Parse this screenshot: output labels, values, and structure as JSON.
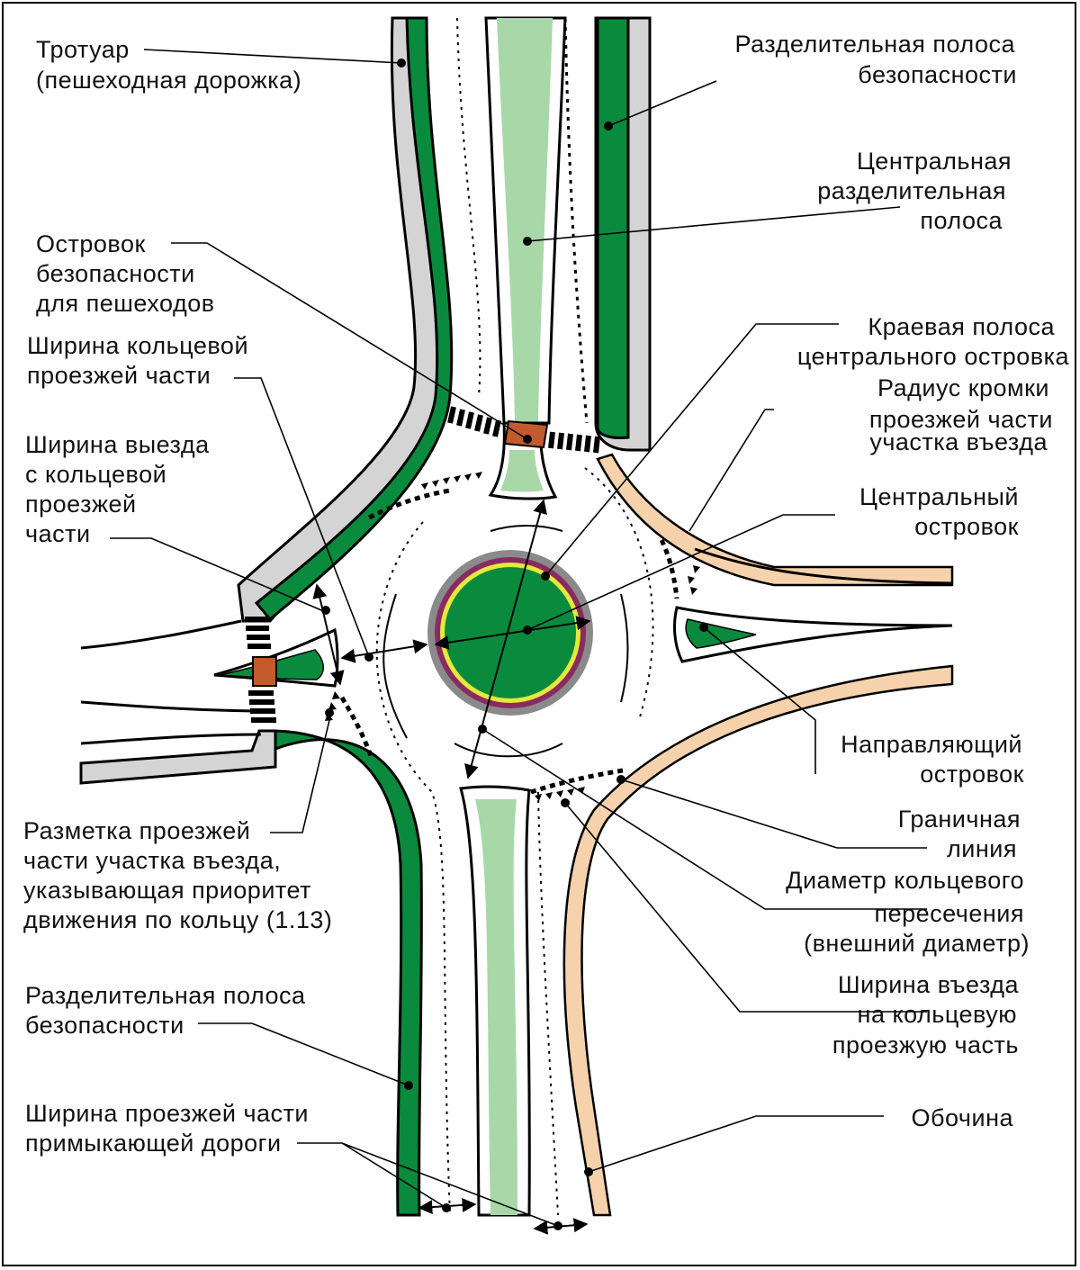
{
  "labels": {
    "sidewalk_1": "Тротуар",
    "sidewalk_2": "(пешеходная дорожка)",
    "safety_strip_top_1": "Разделительная полоса",
    "safety_strip_top_2": "безопасности",
    "central_strip_1": "Центральная",
    "central_strip_2": "разделительная",
    "central_strip_3": "полоса",
    "ped_island_1": "Островок",
    "ped_island_2": "безопасности",
    "ped_island_3": "для пешеходов",
    "edge_strip_1": "Краевая полоса",
    "edge_strip_2": "центрального островка",
    "ring_width_1": "Ширина  кольцевой",
    "ring_width_2": "проезжей части",
    "radius_1": "Радиус кромки",
    "radius_2": "проезжей части",
    "radius_3": "участка въезда",
    "exit_width_1": "Ширина выезда",
    "exit_width_2": "с кольцевой",
    "exit_width_3": "проезжей",
    "exit_width_4": "части",
    "central_island_1": "Центральный",
    "central_island_2": "островок",
    "guide_island_1": "Направляющий",
    "guide_island_2": "островок",
    "boundary_1": "Граничная",
    "boundary_2": "линия",
    "diameter_1": "Диаметр кольцевого",
    "diameter_2": "пересечения",
    "diameter_3": "(внешний диаметр)",
    "marking_1": "Разметка проезжей",
    "marking_2": "части участка  въезда,",
    "marking_3": "указывающая приоритет",
    "marking_4": "движения по кольцу (1.13)",
    "entry_width_1": "Ширина въезда",
    "entry_width_2": "на кольцевую",
    "entry_width_3": "проезжую часть",
    "safety_strip_bottom_1": "Разделительная полоса",
    "safety_strip_bottom_2": "безопасности",
    "road_width_1": "Ширина проезжей части",
    "road_width_2": "примыкающей дороги",
    "shoulder": "Обочина"
  },
  "colors": {
    "dark_green": "#0a8a3c",
    "light_green": "#a8d8a8",
    "sidewalk_gray": "#d4d4d4",
    "shoulder_peach": "#f6d2ac",
    "crossing_brown": "#c25a2e",
    "edge_purple": "#8a2a62",
    "edge_yellow": "#e6e83c",
    "edge_gray": "#8a8a8a"
  }
}
